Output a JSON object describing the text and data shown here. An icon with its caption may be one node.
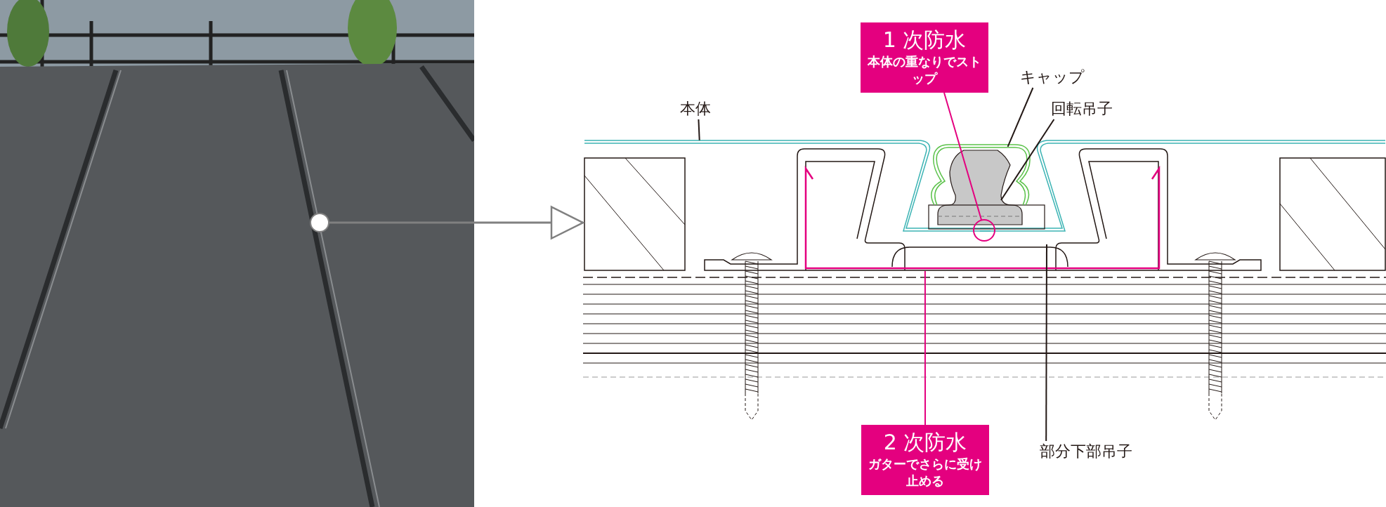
{
  "diagram": {
    "nodes": [
      {
        "text": [],
        "shape": "picture"
      },
      {
        "text": [],
        "shape": "circle",
        "in": 0
      },
      {
        "text": [],
        "shape": "picture"
      },
      {
        "text": [],
        "shape": "circle",
        "in": 2
      },
      {
        "text": [
          "1 次防水",
          "本体の重なりでストップ"
        ]
      },
      {
        "text": [
          "本体"
        ]
      },
      {
        "text": [
          "キャップ"
        ]
      },
      {
        "text": [
          "回転吊子"
        ]
      },
      {
        "text": [
          "2 次防水",
          "ガターでさらに受け止める"
        ]
      },
      {
        "text": [
          "部分下部吊子"
        ]
      }
    ],
    "edges": [
      {
        "from": 1,
        "to": 2,
        "arrow": "to",
        "color": "#808080"
      },
      {
        "from": 4,
        "to": 3,
        "arrow": "none",
        "color": "#e4007f"
      },
      {
        "from": 5,
        "to": 2,
        "arrow": "none"
      },
      {
        "from": 6,
        "to": 2,
        "arrow": "none"
      },
      {
        "from": 7,
        "to": 2,
        "arrow": "none"
      },
      {
        "from": 8,
        "to": 2,
        "arrow": "none",
        "color": "#e4007f"
      },
      {
        "from": 9,
        "to": 2,
        "arrow": "none"
      }
    ]
  }
}
